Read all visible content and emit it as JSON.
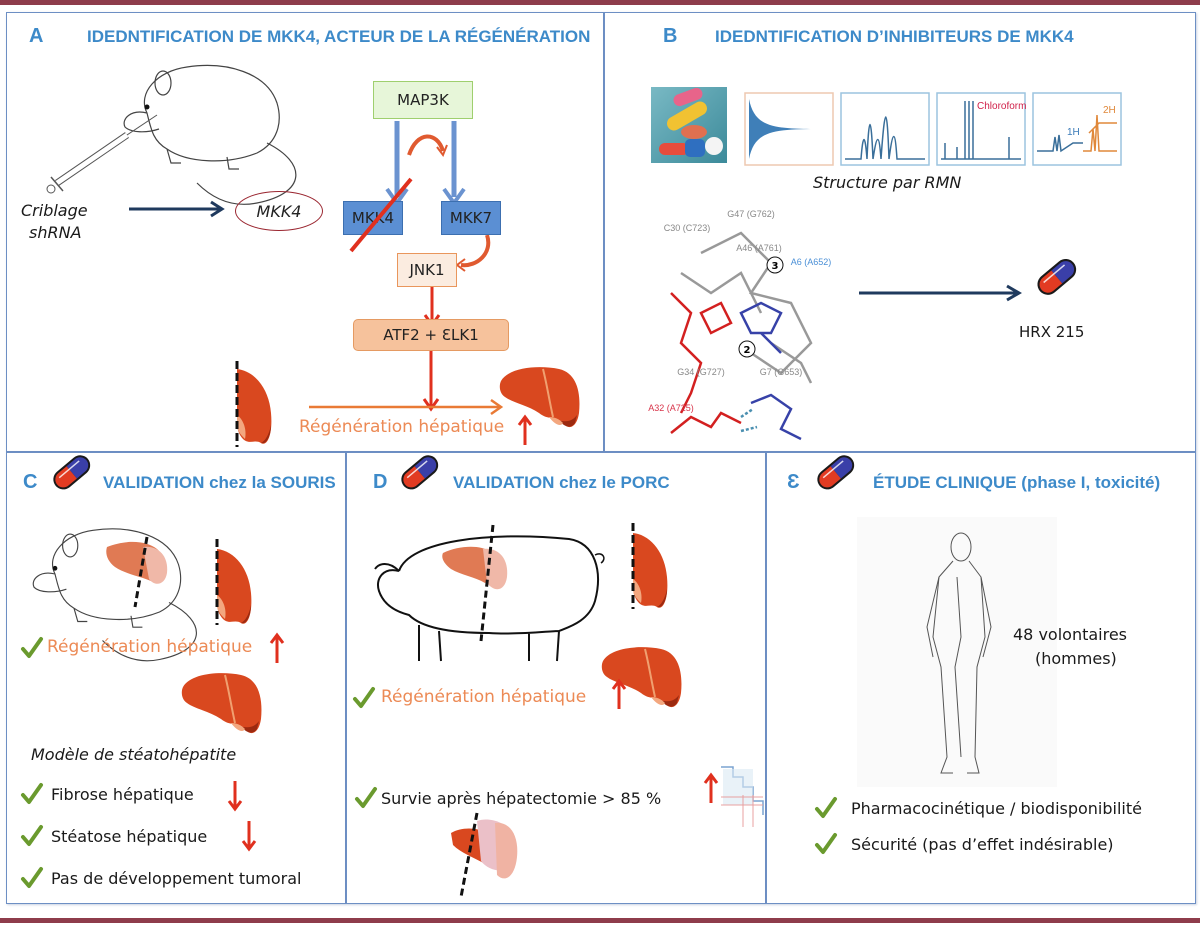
{
  "panels": {
    "A": {
      "letter": "A",
      "title": "IDEDNTIFICATION DE MKK4, ACTEUR DE LA RÉGÉNÉRATION",
      "screen_label_line1": "Criblage",
      "screen_label_line2": "shRNA",
      "target": "MKK4",
      "pathway": {
        "top": "MAP3K",
        "left": "MKK4",
        "right": "MKK7",
        "mid": "JNK1",
        "bottom": "ATF2 + ƐLK1"
      },
      "outcome": "Régénération hépatique"
    },
    "B": {
      "letter": "B",
      "title": "IDEDNTIFICATION D’INHIBITEURS DE MKK4",
      "nmr_caption": "Structure par RMN",
      "nmr_labels": {
        "chloroform": "Chloroform",
        "h1": "1H",
        "h2": "2H"
      },
      "residues": [
        "C30 (C723)",
        "G47 (G762)",
        "A46 (A761)",
        "A6 (A652)",
        "G34 (G727)",
        "G7 (G653)",
        "A32 (A725)"
      ],
      "site_numbers": [
        "3",
        "2"
      ],
      "compound": "HRX 215"
    },
    "C": {
      "letter": "C",
      "title": "VALIDATION chez la SOURIS",
      "regeneration": "Régénération hépatique",
      "model": "Modèle de stéatohépatite",
      "items": [
        {
          "label": "Fibrose hépatique",
          "trend": "down"
        },
        {
          "label": "Stéatose hépatique",
          "trend": "down"
        },
        {
          "label": "Pas de développement tumoral",
          "trend": "none"
        }
      ]
    },
    "D": {
      "letter": "D",
      "title": "VALIDATION chez le PORC",
      "regeneration": "Régénération hépatique",
      "survival": "Survie après hépatectomie > 85 %"
    },
    "E": {
      "letter": "Ɛ",
      "title": "ÉTUDE CLINIQUE (phase I, toxicité)",
      "volunteers_line1": "48 volontaires",
      "volunteers_line2": "(hommes)",
      "items": [
        "Pharmacocinétique / biodisponibilité",
        "Sécurité (pas d’effet indésirable)"
      ]
    }
  },
  "colors": {
    "title_blue": "#3d8ac9",
    "frame_bar": "#8e3c4b",
    "liver": "#d9481f",
    "arrow_red": "#e0301e",
    "orange_text": "#ec8a55",
    "check_green": "#6a9a2e",
    "kinase_blue": "#5b8fd3",
    "map3k_green": "#e7f6d9"
  }
}
